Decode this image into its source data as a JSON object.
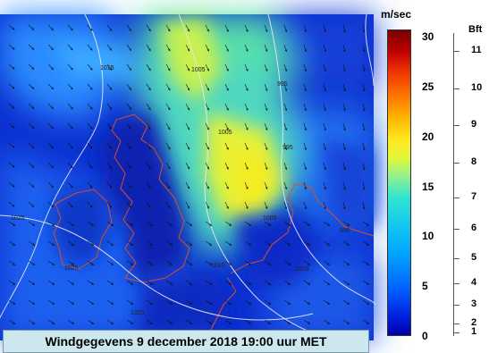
{
  "map": {
    "caption": "Windgegevens 9 december 2018 19:00 uur MET",
    "isobar_labels": [
      "1015",
      "1005",
      "995",
      "1005",
      "995",
      "1025",
      "1005",
      "995",
      "1025",
      "1015",
      "1015",
      "1025"
    ]
  },
  "legend": {
    "unit": "m/sec",
    "ms_ticks": [
      "30",
      "25",
      "20",
      "15",
      "10",
      "5",
      "0"
    ],
    "bft_title": "Bft",
    "bft_ticks": [
      "11",
      "10",
      "9",
      "8",
      "7",
      "6",
      "5",
      "4",
      "3",
      "2",
      "1"
    ]
  },
  "colors": {
    "calm": "#0a1fb8",
    "moderate": "#1e90ff",
    "fresh": "#30d8d0",
    "strong": "#e8f030",
    "coastline": "#d05030",
    "isobar": "#e8e8f0"
  }
}
